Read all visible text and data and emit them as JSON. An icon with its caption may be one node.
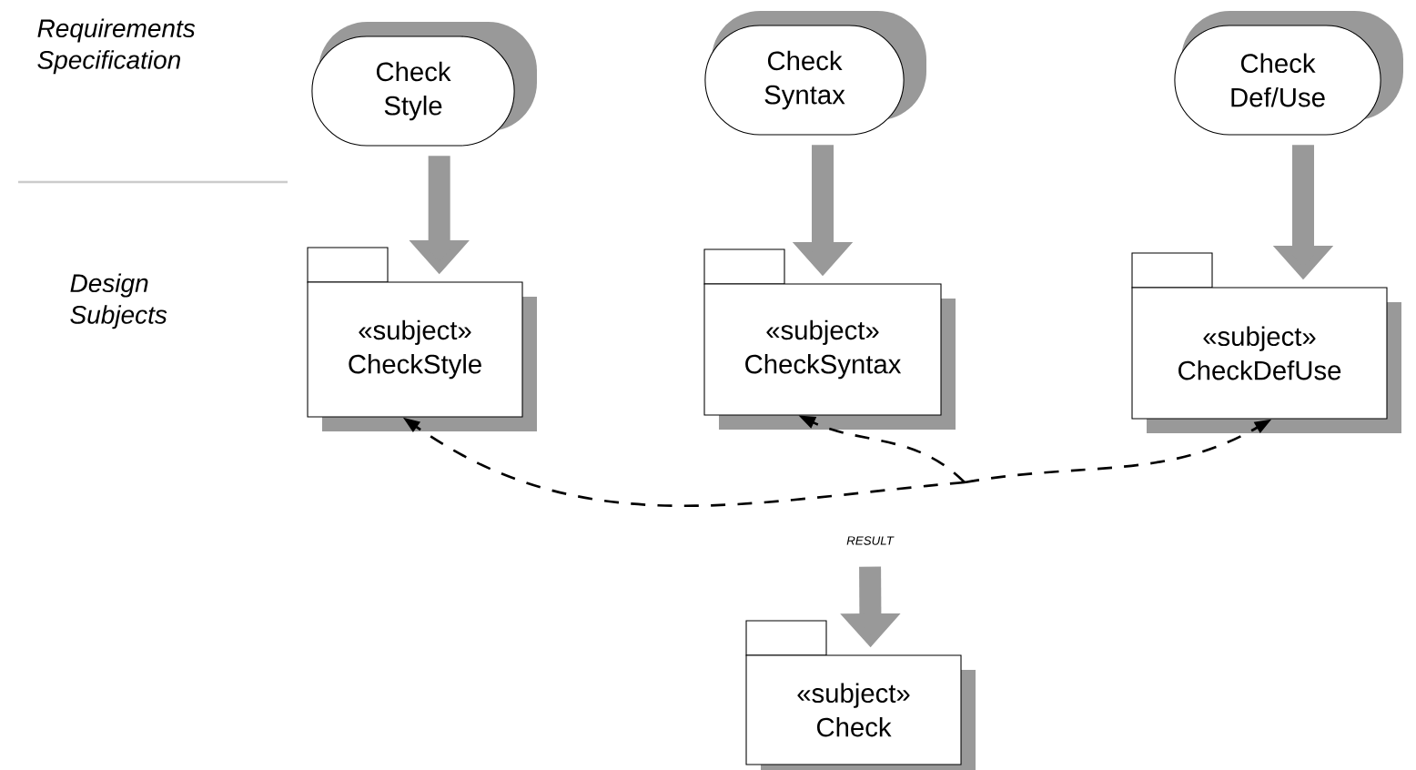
{
  "diagram": {
    "nodes": [
      {
        "text": [
          "Check Style"
        ]
      },
      {
        "text": [
          "Check Syntax"
        ]
      },
      {
        "text": [
          "Check Def/Use"
        ]
      },
      {
        "text": [
          "«subject»",
          "CheckStyle"
        ]
      },
      {
        "text": [
          "«subject»",
          "CheckSyntax"
        ]
      },
      {
        "text": [
          "«subject»",
          "CheckDefUse"
        ]
      },
      {
        "text": [
          "«subject»",
          "Check"
        ]
      }
    ],
    "edges": [
      {
        "from": 0,
        "to": 3,
        "arrow": "to"
      },
      {
        "from": 1,
        "to": 4,
        "arrow": "to"
      },
      {
        "from": 2,
        "to": 5,
        "arrow": "to"
      },
      {
        "from": null,
        "to": 3,
        "arrow": "to",
        "style": "dashed",
        "color": "#000000"
      },
      {
        "from": null,
        "to": 4,
        "arrow": "to",
        "style": "dashed",
        "color": "#000000"
      },
      {
        "from": null,
        "to": 5,
        "arrow": "to",
        "style": "dashed",
        "color": "#000000"
      },
      {
        "from": null,
        "to": 6,
        "arrow": "to",
        "label": "RESULT"
      }
    ],
    "labels": [
      "Requirements Specification",
      "Design Subjects"
    ]
  }
}
